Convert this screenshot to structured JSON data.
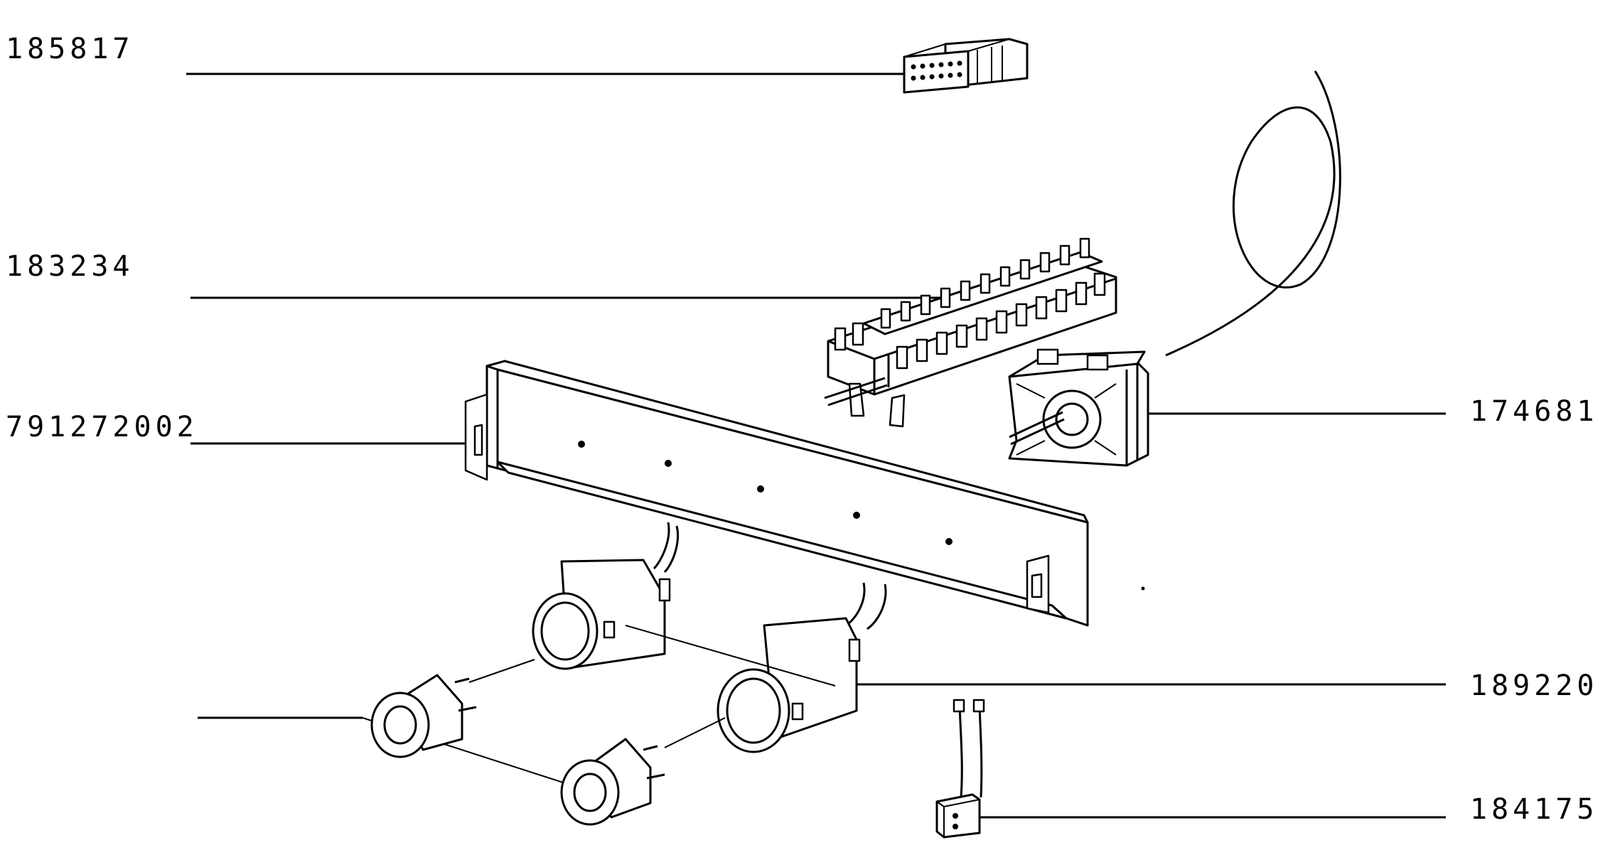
{
  "diagram": {
    "colors": {
      "ink": "#000000",
      "paper": "#ffffff"
    },
    "labels": {
      "connector_block": "185817",
      "terminal_strip": "183234",
      "rail": "791272002",
      "thermostat": "174681",
      "lamp_holder": "189220",
      "terminal_block": "184175"
    }
  }
}
